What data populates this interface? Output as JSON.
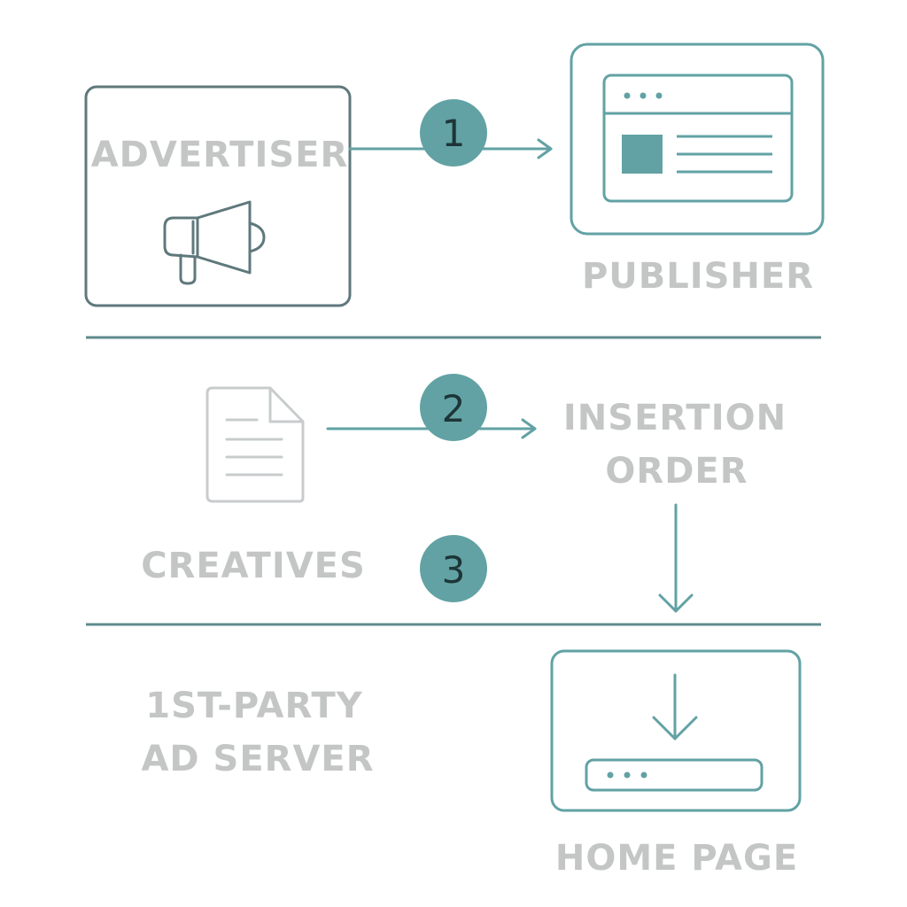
{
  "colors": {
    "teal": "#62a2a4",
    "slate": "#5f787c",
    "label": "#c4c6c6",
    "doc": "#c8cccc",
    "number_text": "#1d3537"
  },
  "nodes": {
    "advertiser": {
      "label": "ADVERTISER",
      "icon": "megaphone-icon"
    },
    "publisher": {
      "label": "PUBLISHER",
      "icon": "browser-window-icon"
    },
    "creatives": {
      "label": "CREATIVES",
      "icon": "document-icon"
    },
    "insertion_order": {
      "line1": "INSERTION",
      "line2": "ORDER"
    },
    "ad_server": {
      "line1": "1ST-PARTY",
      "line2": "AD SERVER"
    },
    "home_page": {
      "label": "HOME PAGE",
      "icon": "download-page-icon"
    }
  },
  "steps": [
    {
      "number": "1"
    },
    {
      "number": "2"
    },
    {
      "number": "3"
    }
  ]
}
